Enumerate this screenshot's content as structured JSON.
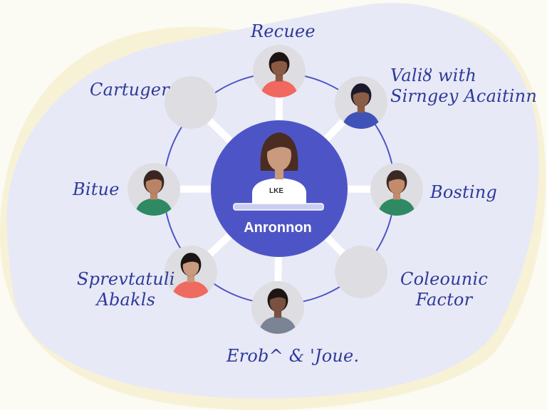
{
  "diagram": {
    "center": {
      "title": "Anronnon",
      "shirt_text": "LKE",
      "colors": {
        "circle": "#4d55c6",
        "skin": "#c99a7e",
        "hair": "#4a2c22",
        "shirt": "#ffffff"
      }
    },
    "nodes": [
      {
        "id": "top",
        "label_lines": [
          "Recuee"
        ],
        "colors": {
          "skin": "#8c5a43",
          "hair": "#1e1412",
          "shirt": "#f0685f"
        }
      },
      {
        "id": "top-right",
        "label_lines": [
          "Valiȣ with",
          "Sirngey Acaitinn"
        ],
        "colors": {
          "skin": "#8a5d47",
          "hair": "#1c1a2a",
          "shirt": "#3f52b8"
        }
      },
      {
        "id": "right",
        "label_lines": [
          "Bosting"
        ],
        "colors": {
          "skin": "#c48a6c",
          "hair": "#3a2a24",
          "shirt": "#2f8a63"
        }
      },
      {
        "id": "bottom-right",
        "label_lines": [
          "Coleounic",
          "Factor"
        ],
        "colors": {
          "skin": "#8a5a44",
          "hair": "#1c1612",
          "shirt": "#ef6b5f"
        }
      },
      {
        "id": "bottom",
        "label_lines": [
          "Erob^ & 'Joue."
        ],
        "colors": {
          "skin": "#7a5140",
          "hair": "#1c1612",
          "shirt": "#7a8494"
        }
      },
      {
        "id": "bottom-left",
        "label_lines": [
          "Sprevtatuli",
          "Abakls"
        ],
        "colors": {
          "skin": "#c99a7e",
          "hair": "#1c1612",
          "shirt": "#ef6b5f"
        }
      },
      {
        "id": "left",
        "label_lines": [
          "Bitue"
        ],
        "colors": {
          "skin": "#b98466",
          "hair": "#3a2620",
          "shirt": "#2f8a63"
        }
      },
      {
        "id": "top-left",
        "label_lines": [
          "Cartuger"
        ],
        "colors": {
          "skin": "#c99a7e",
          "hair": "#4a2e22",
          "shirt": "#3f52b8"
        }
      }
    ],
    "colors": {
      "blob": "#e8e9f6",
      "cream": "#f7f2d6",
      "ring": "#4d55c6",
      "node_bg": "#dddde2",
      "spoke": "#ffffff"
    }
  }
}
